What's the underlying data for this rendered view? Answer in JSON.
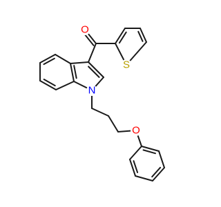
{
  "molecule": {
    "atoms": [
      {
        "id": "O1",
        "element": "O",
        "label": "O",
        "color": "#ff0000"
      },
      {
        "id": "S1",
        "element": "S",
        "label": "S",
        "color": "#b8a000"
      },
      {
        "id": "N1",
        "element": "N",
        "label": "N",
        "color": "#0000ff"
      },
      {
        "id": "O2",
        "element": "O",
        "label": "O",
        "color": "#ff0000"
      }
    ],
    "bond_color": "#1a1a1a"
  }
}
